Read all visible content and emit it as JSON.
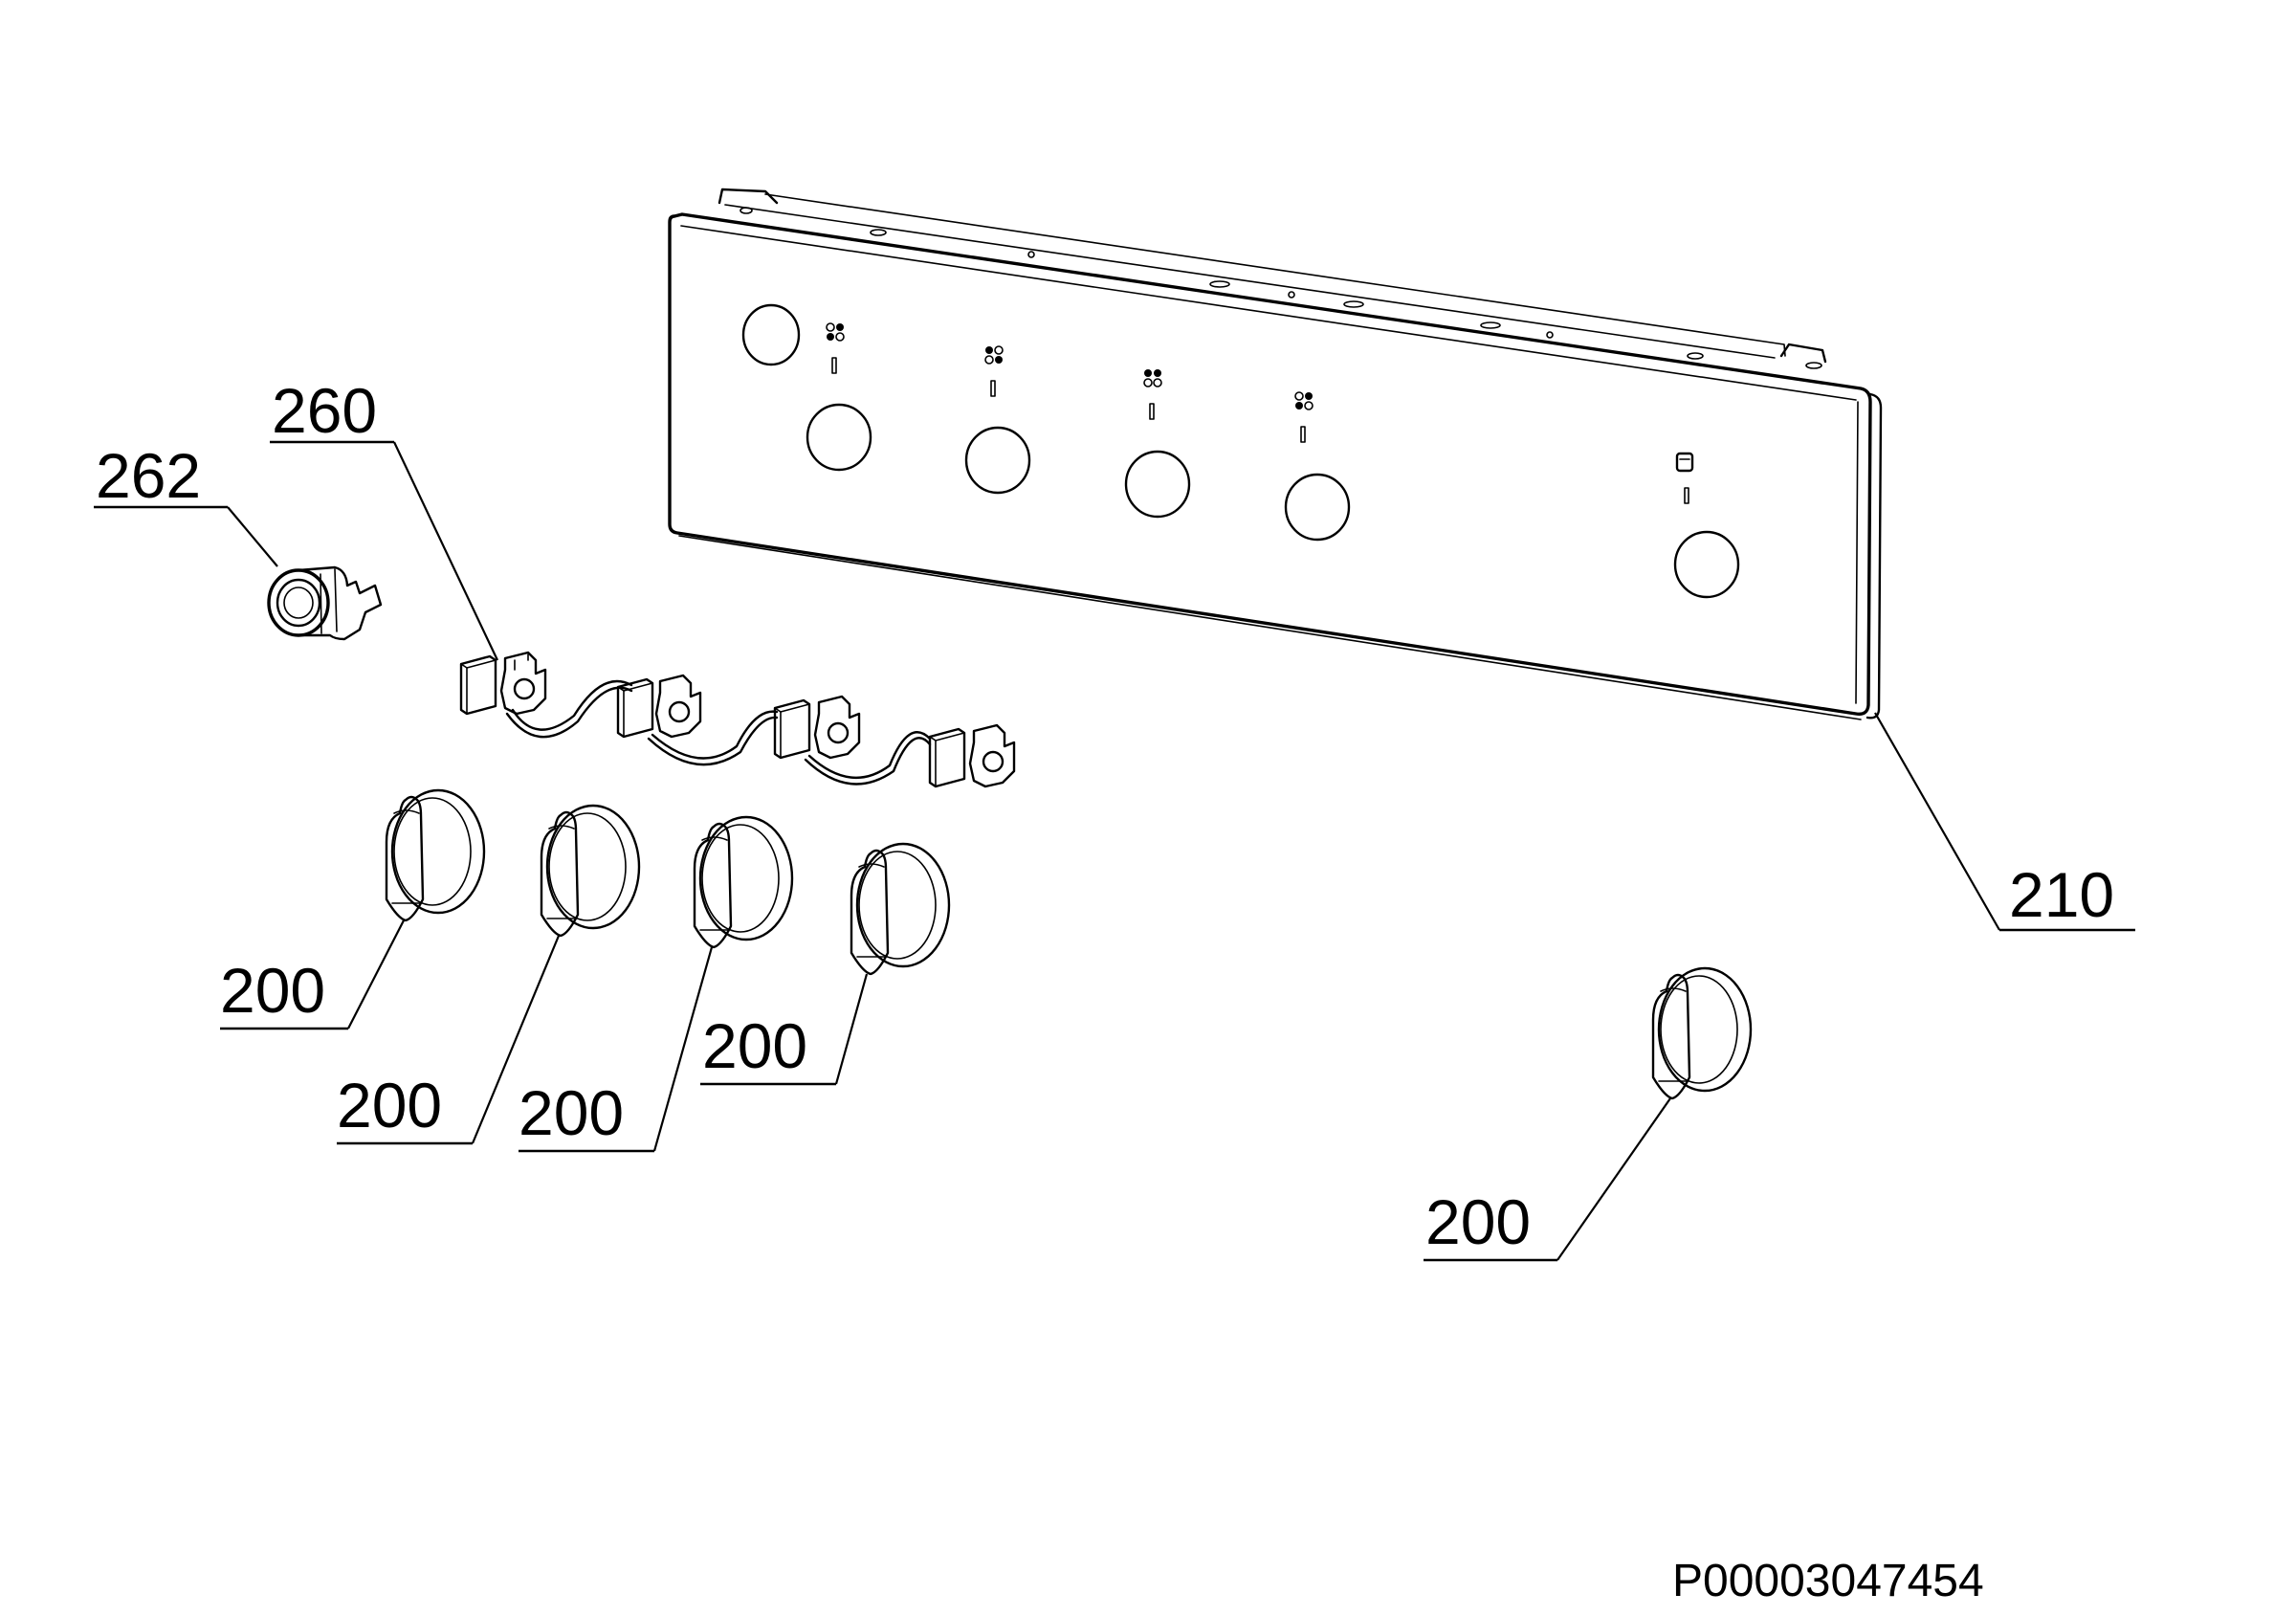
{
  "callouts": {
    "panel": "210",
    "harness": "260",
    "lamp": "262",
    "knob_1": "200",
    "knob_2": "200",
    "knob_3": "200",
    "knob_4": "200",
    "knob_5": "200"
  },
  "document_code": "P00003047454",
  "icons": {
    "hob_zone_icon": "four-circle-hob-icon",
    "oven_icon": "oven-icon",
    "lamp_icon": "indicator-lamp-icon"
  }
}
